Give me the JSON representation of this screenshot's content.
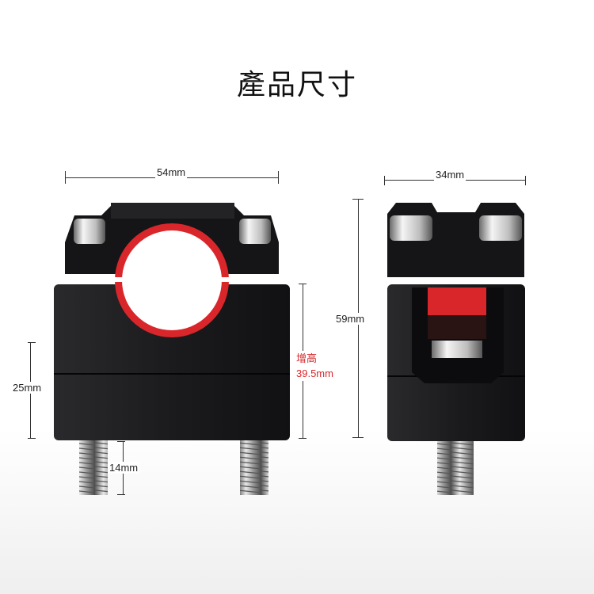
{
  "title": "產品尺寸",
  "dimensions": {
    "front_width": "54mm",
    "side_width": "34mm",
    "total_height": "59mm",
    "lower_height": "25mm",
    "bolt_length": "14mm",
    "raise_label": "增高",
    "raise_value": "39.5mm"
  },
  "colors": {
    "body": "#1c1c1e",
    "accent_ring": "#d9262b",
    "bolt_steel": "#9a9a9a"
  }
}
